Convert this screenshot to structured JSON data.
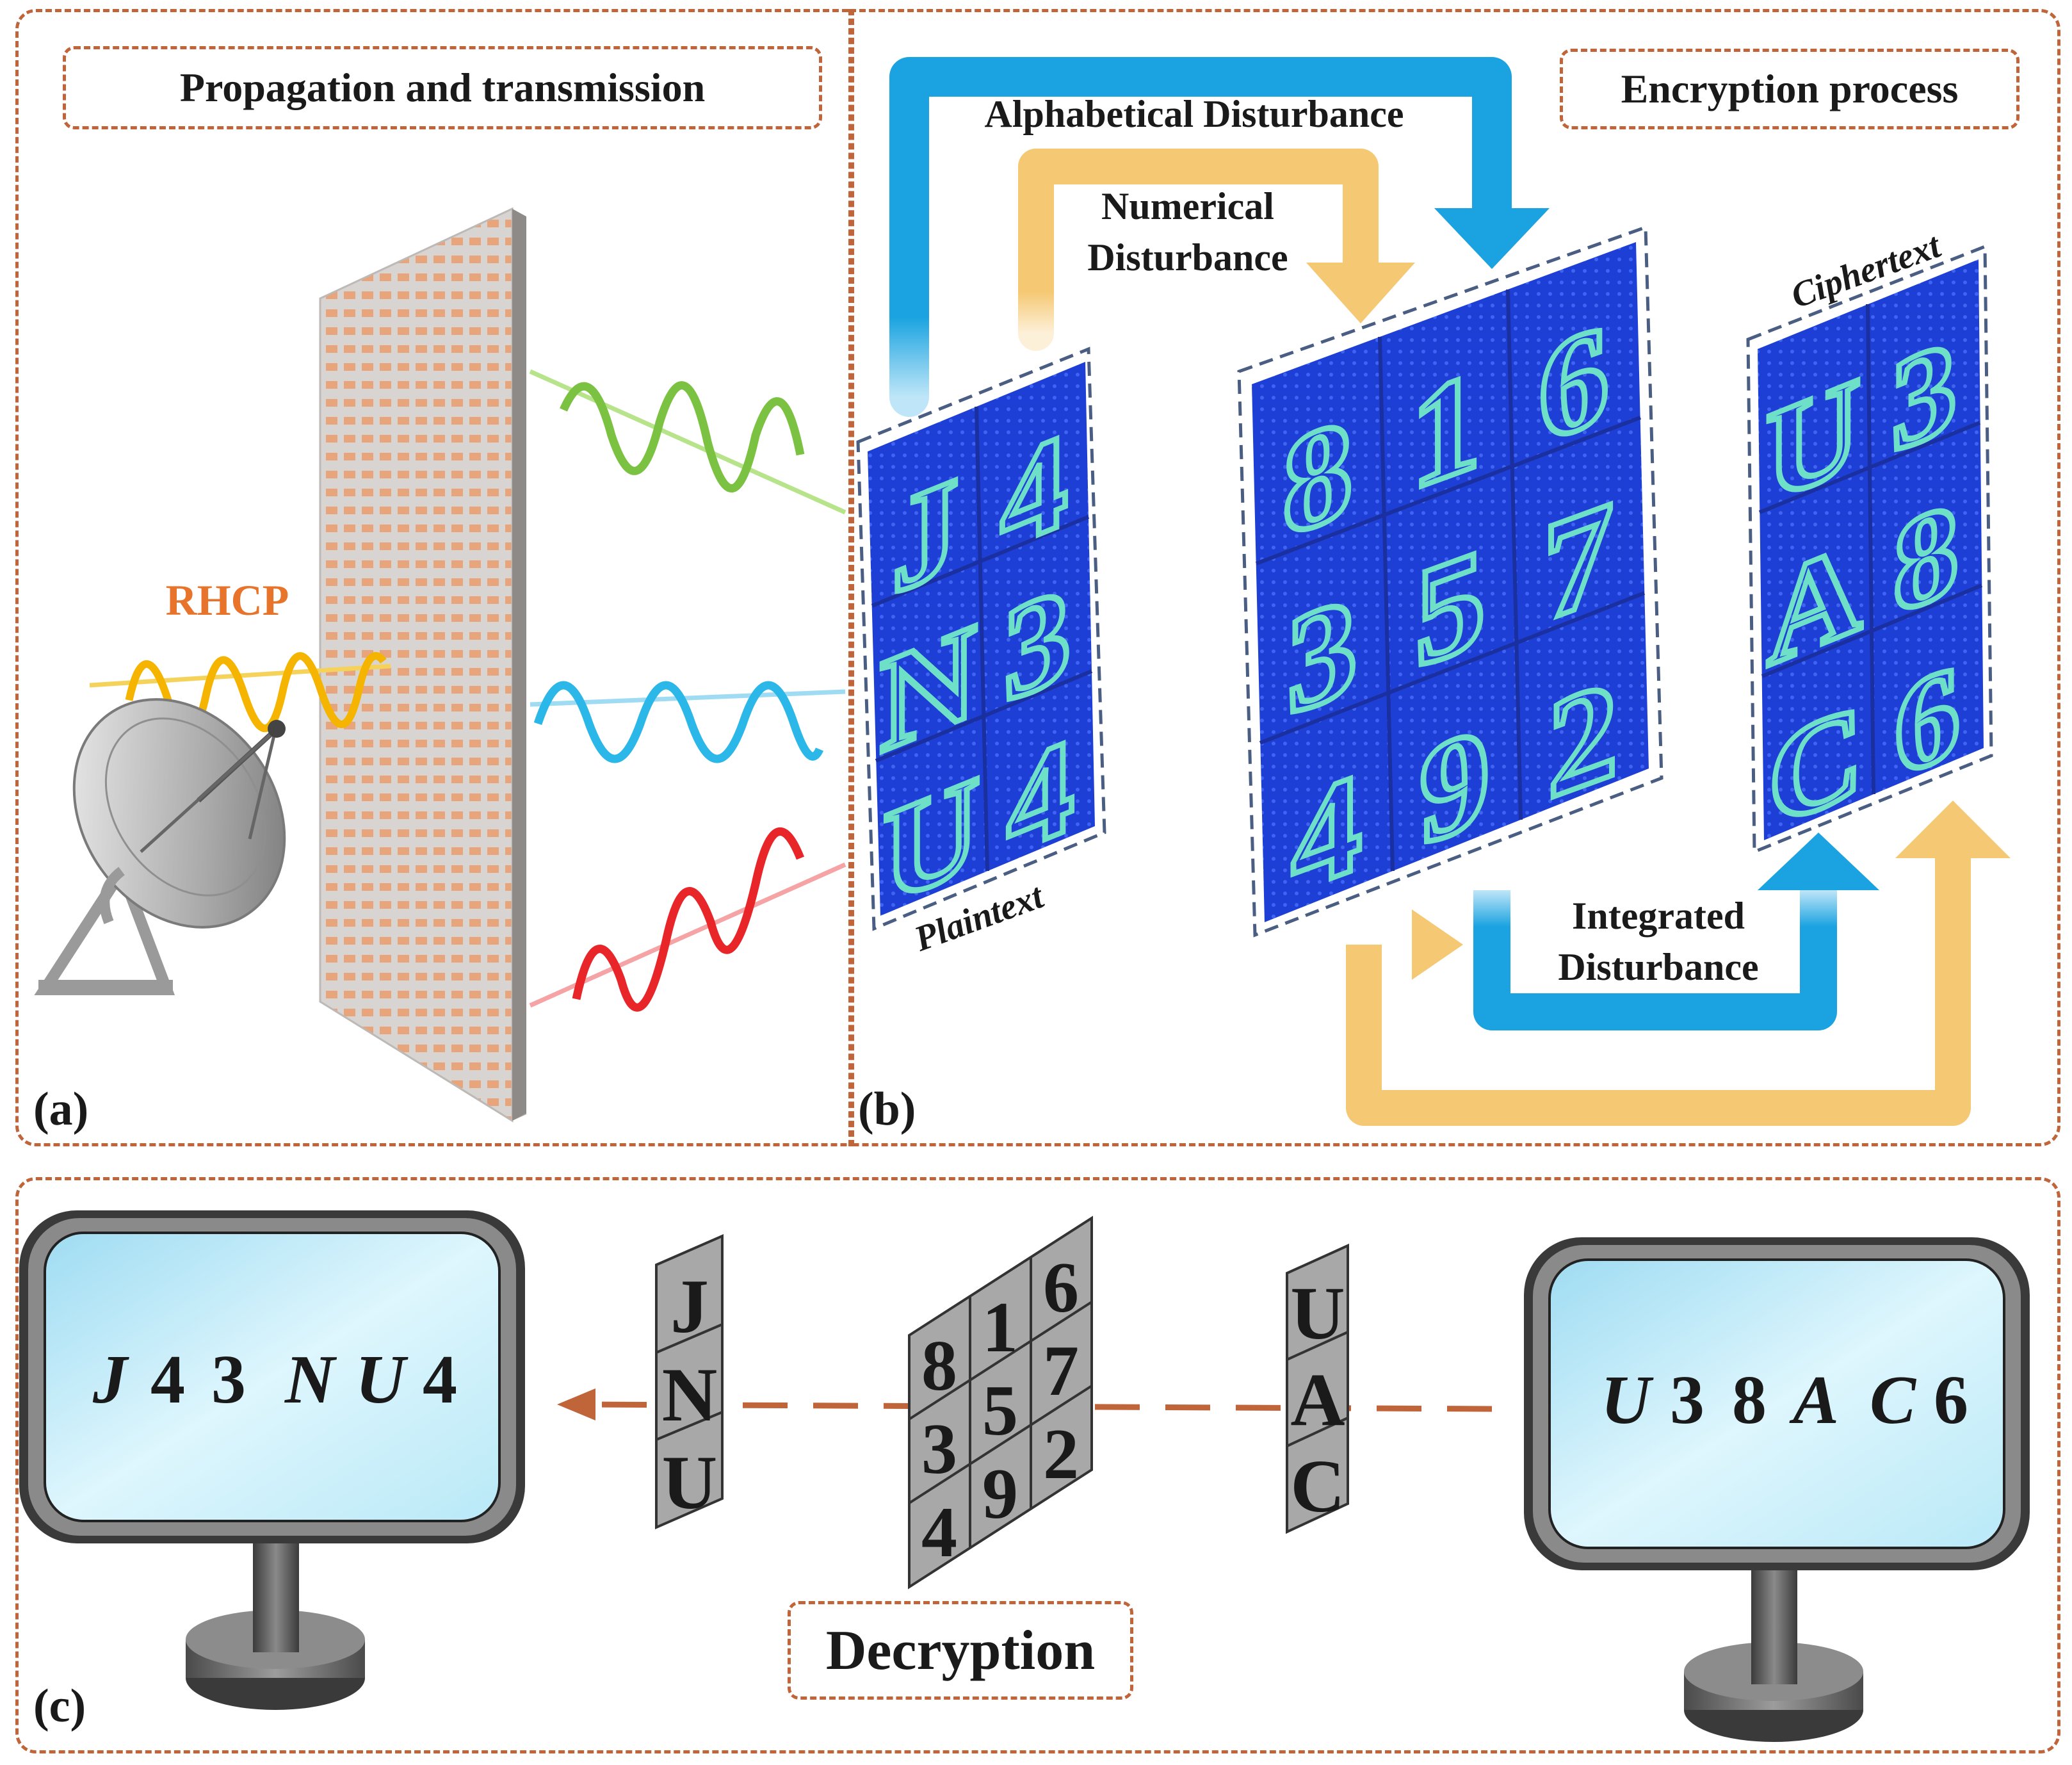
{
  "panel_a": {
    "title": "Propagation and transmission",
    "letter": "(a)",
    "rhcp_label": "RHCP"
  },
  "panel_b": {
    "title": "Encryption process",
    "letter": "(b)",
    "alphabetical_label": "Alphabetical Disturbance",
    "numerical_label_1": "Numerical",
    "numerical_label_2": "Disturbance",
    "integrated_label_1": "Integrated",
    "integrated_label_2": "Disturbance",
    "plaintext_label": "Plaintext",
    "ciphertext_label": "Ciphertext",
    "plaintext_grid": [
      "J",
      "4",
      "N",
      "3",
      "U",
      "4"
    ],
    "key_grid": [
      "8",
      "1",
      "6",
      "3",
      "5",
      "7",
      "4",
      "9",
      "2"
    ],
    "cipher_grid": [
      "U",
      "3",
      "A",
      "8",
      "C",
      "6"
    ]
  },
  "panel_c": {
    "letter": "(c)",
    "decryption_label": "Decryption",
    "left_screen": [
      "J",
      "4",
      "3",
      "N",
      "U",
      "4"
    ],
    "right_screen": [
      "U",
      "3",
      "8",
      "A",
      "C",
      "6"
    ],
    "letters_column_left": [
      "J",
      "N",
      "U"
    ],
    "key_grid": [
      "8",
      "1",
      "6",
      "3",
      "5",
      "7",
      "4",
      "9",
      "2"
    ],
    "letters_column_right": [
      "U",
      "A",
      "C"
    ]
  },
  "colors": {
    "dash_border": "#c0643a",
    "blue_arrow": "#1aa3e0",
    "yellow_arrow": "#f5c873",
    "hologram_bg": "#1e3fd6",
    "hologram_glyph": "#6ee0c8",
    "metasurface": "#e8c4aa",
    "wave_green": "#7cc242",
    "wave_blue": "#2bb7e8",
    "wave_red": "#e8262a",
    "wave_orange": "#f5b400",
    "screen": "#cfeef8"
  }
}
